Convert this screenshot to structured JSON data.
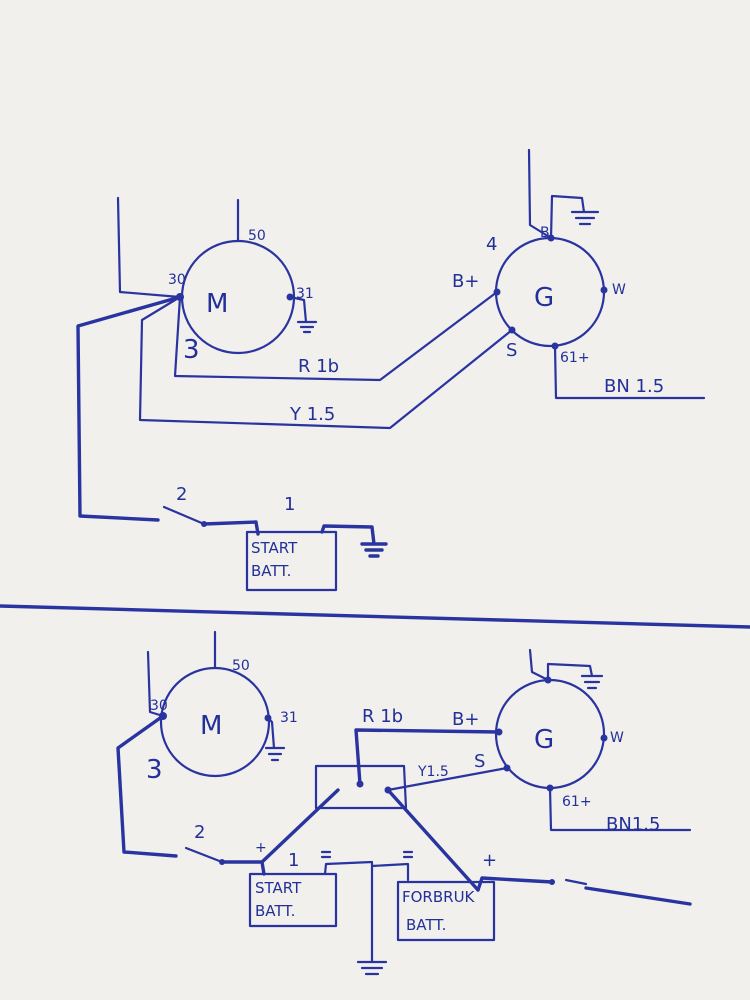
{
  "colors": {
    "paper": "#f1f0ec",
    "ink": "#2a34a0"
  },
  "top": {
    "motor": {
      "label": "M",
      "t50": "50",
      "t30": "30",
      "t31": "31",
      "t3": "3"
    },
    "generator": {
      "label": "G",
      "t4": "4",
      "tBplus": "B+",
      "tB": "B",
      "tW": "W",
      "tS": "S",
      "t61": "61+"
    },
    "wire_red": "R 1b",
    "wire_yellow": "Y 1.5",
    "wire_brown": "BN 1.5",
    "switch_2": "2",
    "switch_1": "1",
    "battery": {
      "line1": "START",
      "line2": "BATT."
    }
  },
  "bottom": {
    "motor": {
      "label": "M",
      "t50": "50",
      "t30": "30",
      "t31": "31",
      "t3": "3"
    },
    "generator": {
      "label": "G",
      "tBplus": "B+",
      "tW": "W",
      "tS": "S",
      "t61": "61+"
    },
    "wire_red": "R 1b",
    "wire_yellow": "Y1.5",
    "wire_brown": "BN1.5",
    "switch_2": "2",
    "switch_1": "1",
    "plus_1": "+",
    "plus_2": "+",
    "start_battery": {
      "line1": "START",
      "line2": "BATT."
    },
    "consumer_battery": {
      "line1": "FORBRUK",
      "line2": "BATT."
    }
  }
}
